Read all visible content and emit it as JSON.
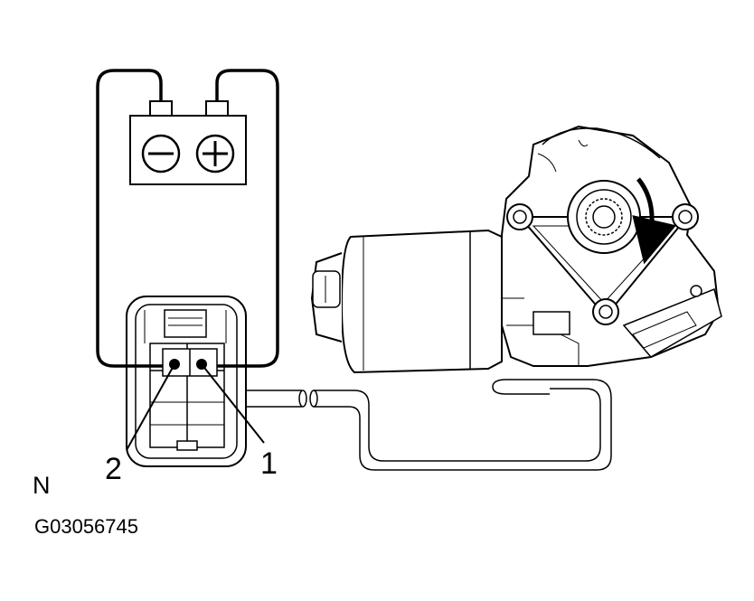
{
  "diagram": {
    "battery": {
      "negative_symbol": "−",
      "positive_symbol": "+"
    },
    "connector": {
      "terminal_labels": [
        "2",
        "1"
      ]
    },
    "motor": {
      "rotation_arrow": "curved-arrow-icon"
    },
    "corner_mark": "N",
    "figure_id": "G03056745"
  },
  "colors": {
    "line": "#000000",
    "background": "#ffffff"
  }
}
